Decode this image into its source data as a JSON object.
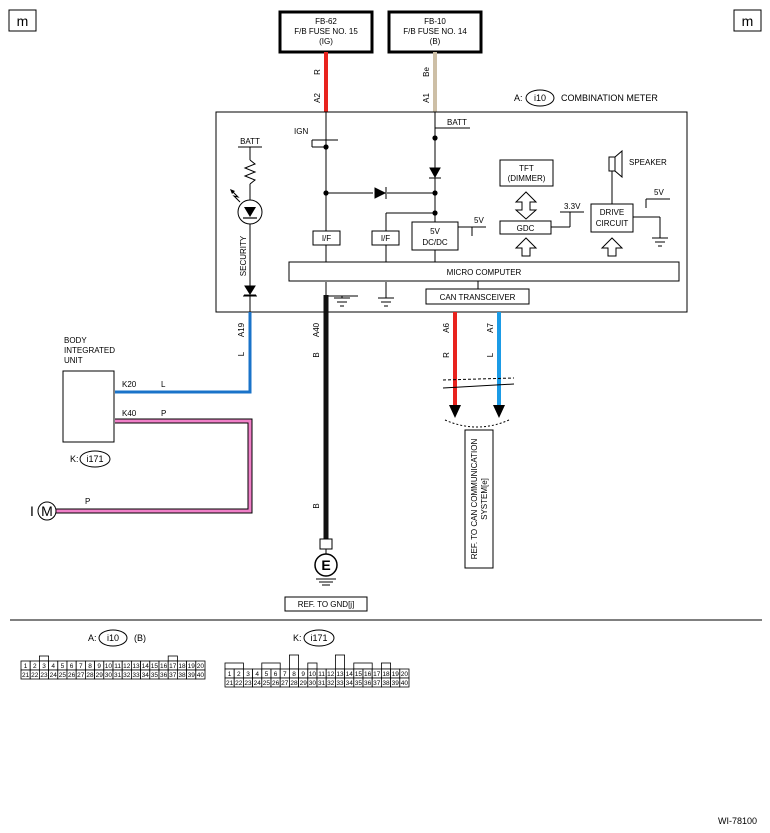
{
  "corner_marks": {
    "left": "m",
    "right": "m"
  },
  "fuses": [
    {
      "id": "FB-62",
      "name": "F/B FUSE NO. 15",
      "supply": "(IG)"
    },
    {
      "id": "FB-10",
      "name": "F/B FUSE NO. 14",
      "supply": "(B)"
    }
  ],
  "wires": {
    "red_top": {
      "color_code": "R",
      "pin": "A2",
      "color": "#e8231e"
    },
    "beige_top": {
      "color_code": "Be",
      "pin": "A1",
      "color": "#cdbfa6"
    },
    "blue": {
      "color_code": "L",
      "pin": "A19",
      "color": "#1a73c9"
    },
    "ground": {
      "color_code": "B",
      "color_code_lower": "B",
      "pin": "A40",
      "color": "#111111"
    },
    "can_high": {
      "color_code": "R",
      "pin": "A6",
      "color": "#e8231e"
    },
    "can_low": {
      "color_code": "L",
      "pin": "A7",
      "color": "#1b9be6"
    },
    "pink": {
      "color": "#f080c8"
    }
  },
  "meter": {
    "connector_prefix": "A:",
    "connector_id": "i10",
    "name": "COMBINATION METER",
    "labels": {
      "batt_left": "BATT",
      "ign": "IGN",
      "batt_right": "BATT",
      "security": "SECURITY",
      "if1": "I/F",
      "if2": "I/F",
      "dcdc_v": "5V",
      "dcdc": "DC/DC",
      "dcdc_out": "5V",
      "tft_line1": "TFT",
      "tft_line2": "(DIMMER)",
      "gdc": "GDC",
      "v33": "3.3V",
      "drive_line1": "DRIVE",
      "drive_line2": "CIRCUIT",
      "drive_v": "5V",
      "speaker": "SPEAKER",
      "micro": "MICRO COMPUTER",
      "can": "CAN TRANSCEIVER"
    }
  },
  "body_unit": {
    "name_line1": "BODY",
    "name_line2": "INTEGRATED",
    "name_line3": "UNIT",
    "connector_prefix": "K:",
    "connector_id": "i171",
    "pin_k20": "K20",
    "pin_k20_color": "L",
    "pin_k40": "K40",
    "pin_k40_color": "P",
    "m_wire_color": "P",
    "m_prefix": "I",
    "m_letter": "M"
  },
  "ground_ref": {
    "symbol": "E",
    "label": "REF. TO GND[j]"
  },
  "can_ref": {
    "line1": "REF. TO CAN COMMUNICATION",
    "line2": "SYSTEM[e]"
  },
  "connectors": {
    "a": {
      "prefix": "A:",
      "id": "i10",
      "suffix": "(B)",
      "top": [
        "1",
        "2",
        "3",
        "4",
        "5",
        "6",
        "7",
        "8",
        "9",
        "10",
        "11",
        "12",
        "13",
        "14",
        "15",
        "16",
        "17",
        "18",
        "19",
        "20"
      ],
      "bottom": [
        "21",
        "22",
        "23",
        "24",
        "25",
        "26",
        "27",
        "28",
        "29",
        "30",
        "31",
        "32",
        "33",
        "34",
        "35",
        "36",
        "37",
        "38",
        "39",
        "40"
      ]
    },
    "k": {
      "prefix": "K:",
      "id": "i171",
      "top": [
        "1",
        "2",
        "3",
        "4",
        "5",
        "6",
        "7",
        "8",
        "9",
        "10",
        "11",
        "12",
        "13",
        "14",
        "15",
        "16",
        "17",
        "18",
        "19",
        "20"
      ],
      "bottom": [
        "21",
        "22",
        "23",
        "24",
        "25",
        "26",
        "27",
        "28",
        "29",
        "30",
        "31",
        "32",
        "33",
        "34",
        "35",
        "36",
        "37",
        "38",
        "39",
        "40"
      ]
    }
  },
  "diagram_code": "WI-78100"
}
